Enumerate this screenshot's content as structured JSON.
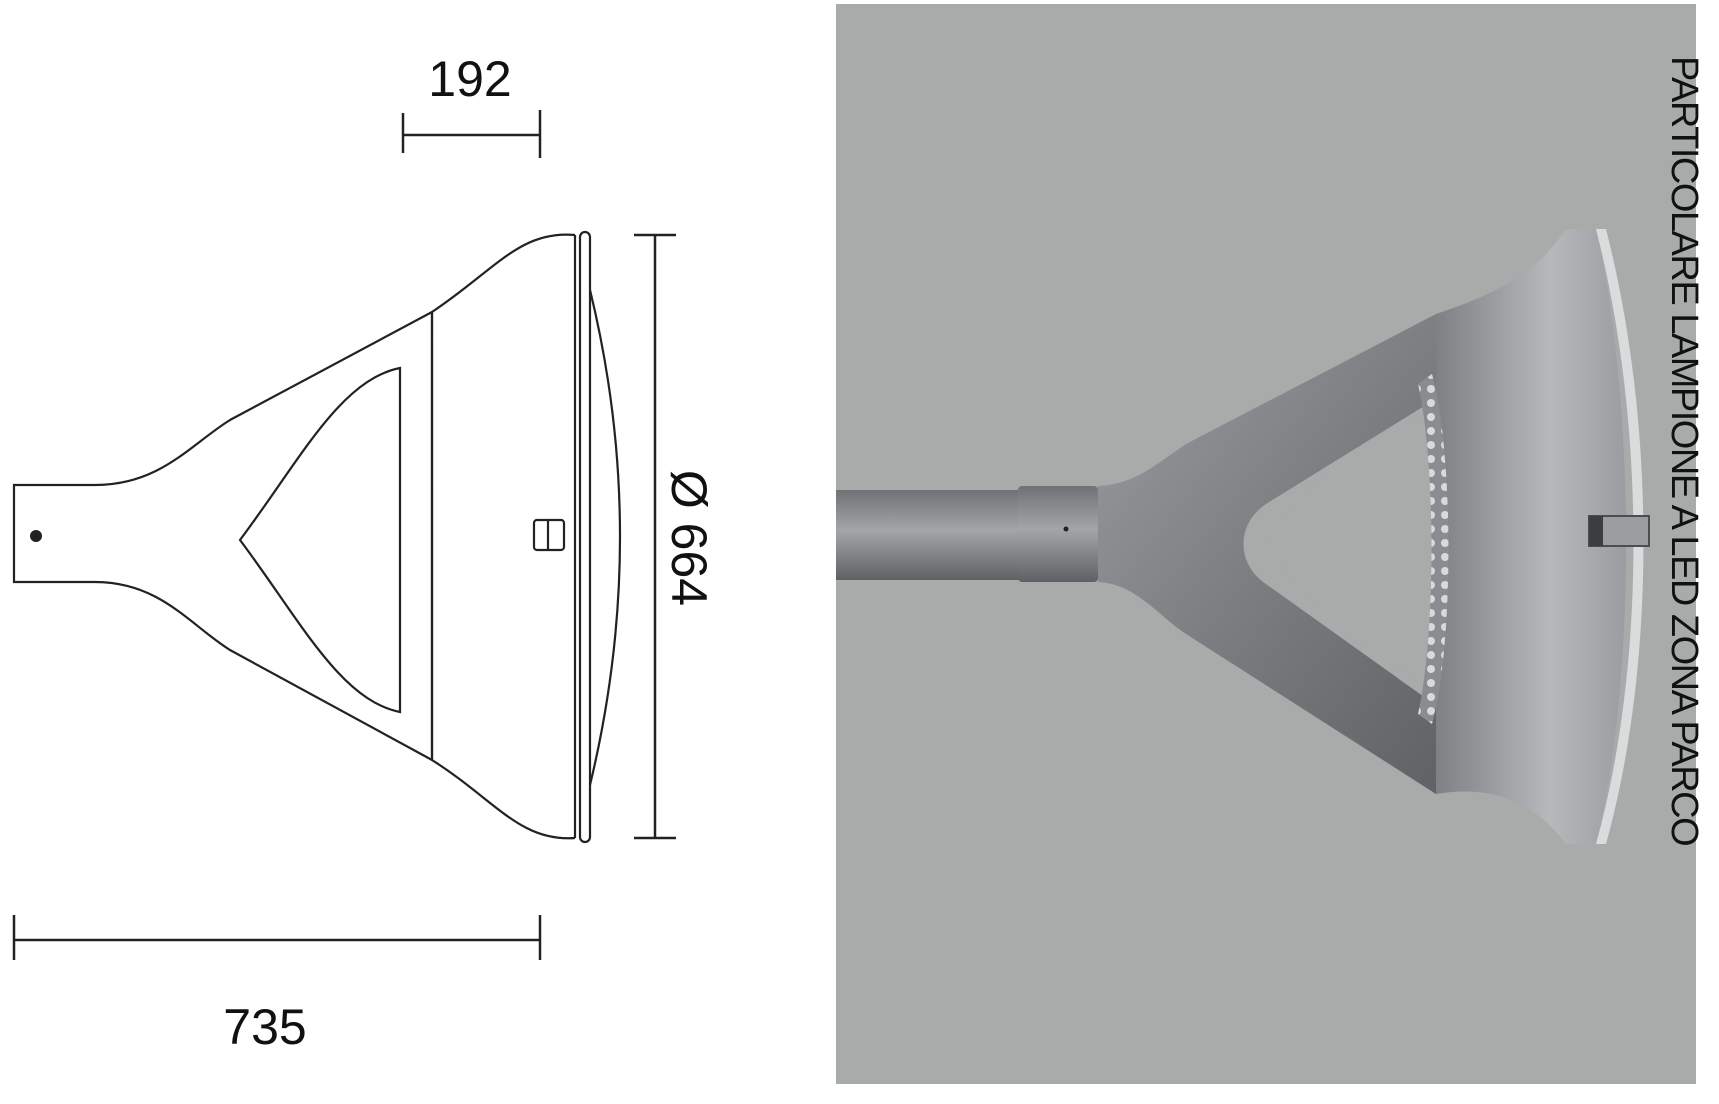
{
  "technical_drawing": {
    "dimensions": {
      "top": "192",
      "bottom": "735",
      "diameter": "Ø 664"
    },
    "line_color": "#222222"
  },
  "photo": {
    "background_color": "#a7abaa",
    "body_color": "#8d9092"
  },
  "caption": "PARTICOLARE LAMPIONE A LED ZONA PARCO"
}
